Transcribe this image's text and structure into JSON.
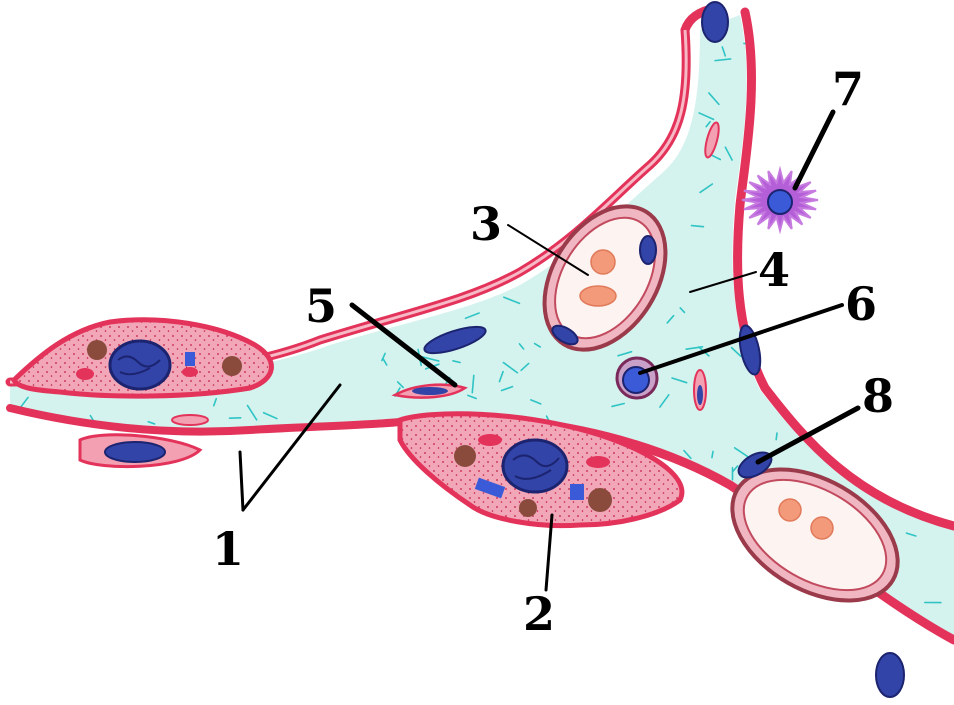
{
  "labels": {
    "l1": "1",
    "l2": "2",
    "l3": "3",
    "l4": "4",
    "l5": "5",
    "l6": "6",
    "l7": "7",
    "l8": "8"
  },
  "colors": {
    "background": "#ffffff",
    "cell_outline": "#e3335a",
    "cytoplasm": "#f2a0b2",
    "interstitium": "#ccefe9",
    "fibers": "#2ec4c4",
    "nucleus": "#3244a8",
    "nucleus_dark": "#1c2470",
    "red_blood_cell": "#f39a7a",
    "lamellar_body": "#8a4a3c",
    "macrophage": "#b45fd8",
    "leader_line": "#000000"
  }
}
